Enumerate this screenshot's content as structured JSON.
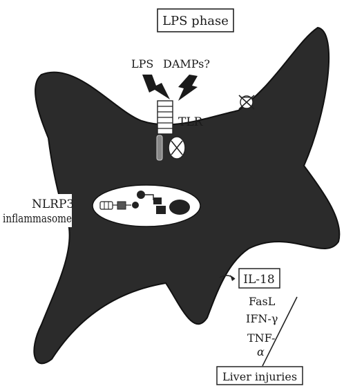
{
  "title": "LPS phase",
  "stimuli": {
    "lps": "LPS",
    "damps": "DAMPs?"
  },
  "receptor": "TLR",
  "complex": {
    "line1": "NLRP3",
    "line2": "inflammasome"
  },
  "cytokine": "IL-18",
  "mediators": {
    "fasl": "FasL",
    "ifn": "IFN-γ",
    "tnf": "TNF-",
    "alpha": "α"
  },
  "outcome": "Liver injuries",
  "colors": {
    "cell": "#2b2b2b",
    "ink": "#1a1a1a",
    "background": "#ffffff"
  },
  "icons": [
    "lightning-bolt-icon",
    "blocked-receptor-icon",
    "inflammasome-assembly-icon"
  ]
}
